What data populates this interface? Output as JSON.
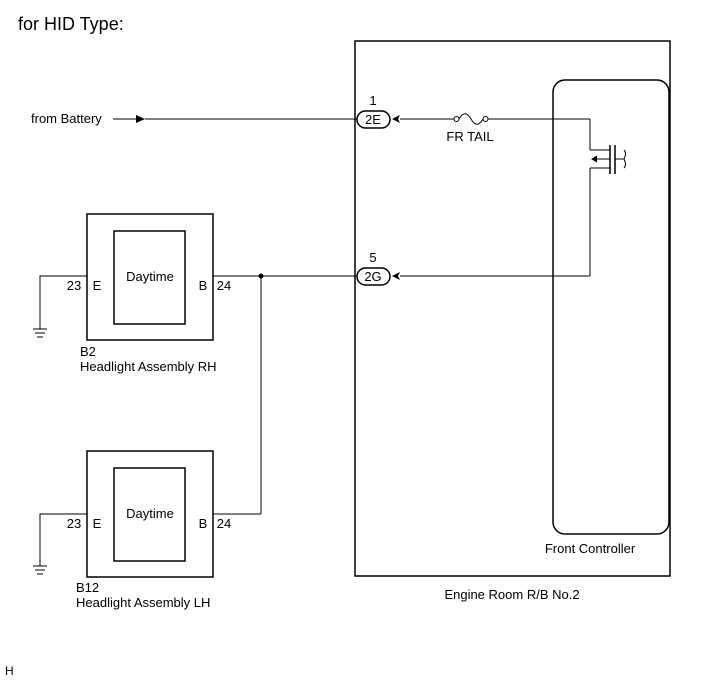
{
  "title": "for HID Type:",
  "source": {
    "label": "from Battery"
  },
  "fuse": {
    "label": "FR TAIL"
  },
  "connectors": [
    {
      "pin": "1",
      "id": "2E"
    },
    {
      "pin": "5",
      "id": "2G"
    }
  ],
  "headlights": [
    {
      "code": "B2",
      "name": "Headlight Assembly RH",
      "inner": "Daytime",
      "left_pin": "23",
      "left_terminal": "E",
      "right_terminal": "B",
      "right_pin": "24"
    },
    {
      "code": "B12",
      "name": "Headlight Assembly LH",
      "inner": "Daytime",
      "left_pin": "23",
      "left_terminal": "E",
      "right_terminal": "B",
      "right_pin": "24"
    }
  ],
  "front_controller": {
    "label": "Front Controller"
  },
  "relay_block": {
    "label": "Engine Room R/B No.2"
  },
  "corner_mark": "H"
}
